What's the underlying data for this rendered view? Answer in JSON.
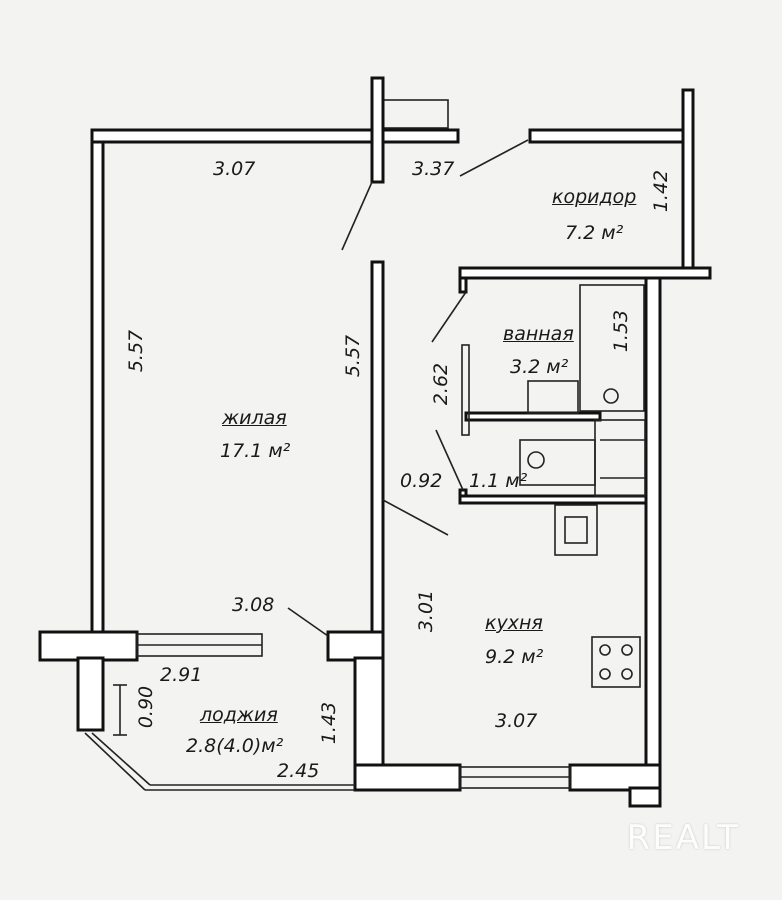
{
  "rooms": {
    "living": {
      "name": "жилая",
      "area": "17.1 м²"
    },
    "corridor": {
      "name": "коридор",
      "area": "7.2 м²"
    },
    "bathroom": {
      "name": "ванная",
      "area": "3.2 м²"
    },
    "wc": {
      "area": "1.1 м²"
    },
    "kitchen": {
      "name": "кухня",
      "area": "9.2 м²"
    },
    "loggia": {
      "name": "лоджия",
      "area": "2.8(4.0)м²"
    }
  },
  "dimensions": {
    "living_top": "3.07",
    "corridor_top": "3.37",
    "corridor_side": "1.42",
    "living_left": "5.57",
    "living_right": "5.57",
    "bath_side": "2.62",
    "bath_tub": "1.53",
    "wc_width": "0.92",
    "living_bottom": "3.08",
    "kitchen_side": "3.01",
    "kitchen_bottom": "3.07",
    "loggia_top": "2.91",
    "loggia_depth": "0.90",
    "loggia_side": "1.43",
    "loggia_bottom": "2.45"
  },
  "watermark": "REALT"
}
